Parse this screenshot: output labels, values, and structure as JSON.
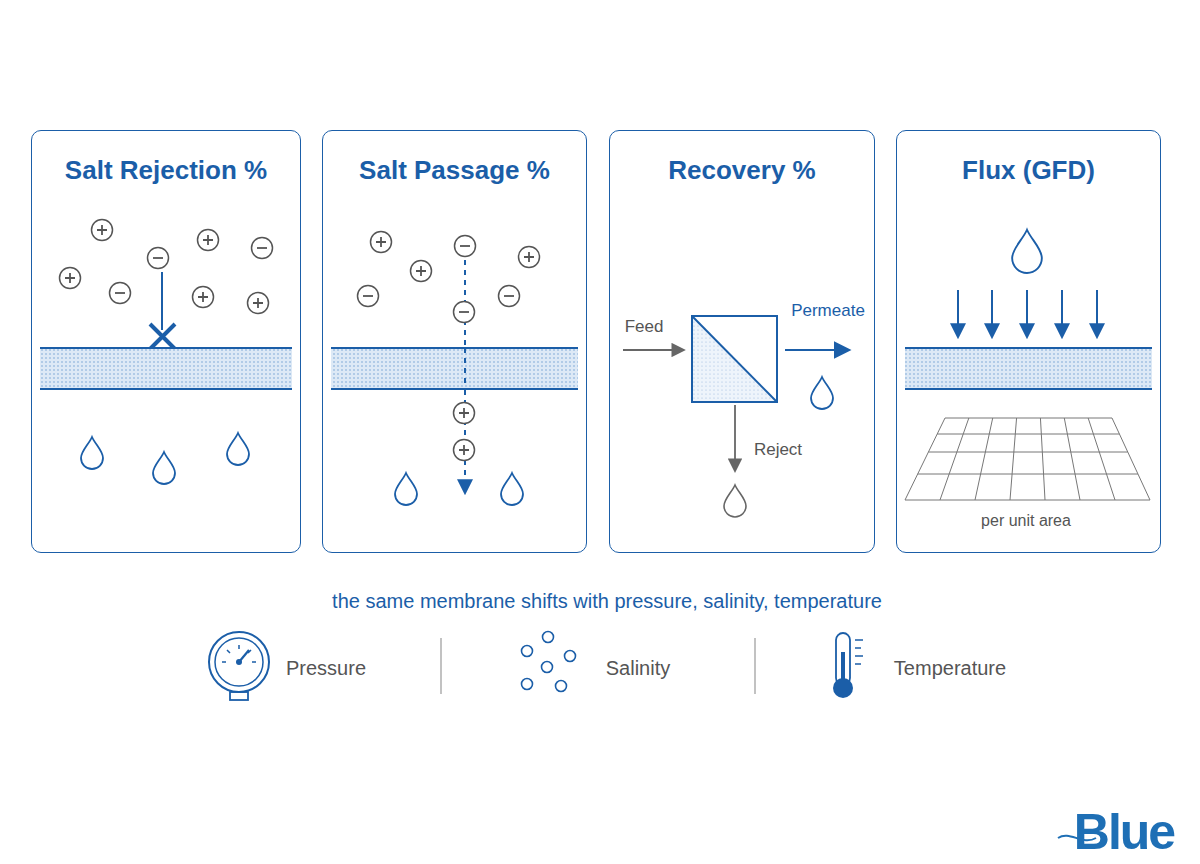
{
  "diagram": {
    "caption": "the same membrane shifts with pressure, salinity, temperature",
    "nodes": [
      {
        "text": [
          "Salt Rejection %"
        ]
      },
      {
        "text": [
          "Salt Passage %"
        ]
      },
      {
        "text": [
          "Recovery %"
        ]
      },
      {
        "text": [
          "Flux (GFD)"
        ]
      }
    ],
    "labels": [
      "Feed",
      "Permeate",
      "Reject",
      "per unit area",
      "Pressure",
      "Salinity",
      "Temperature",
      "Blue"
    ]
  }
}
